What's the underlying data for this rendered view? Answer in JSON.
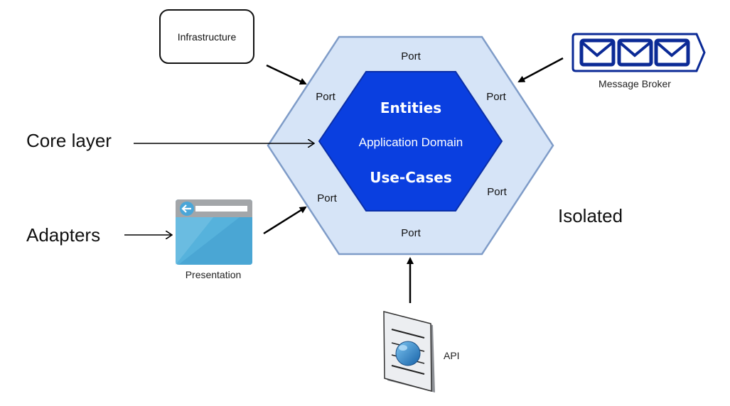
{
  "diagram": {
    "title": "Hexagonal Architecture",
    "colors": {
      "outer_hex_fill": "#d6e4f7",
      "outer_hex_stroke": "#7f9cc8",
      "inner_hex_fill": "#0a3fe0",
      "inner_hex_stroke": "#0b2fa8",
      "arrow": "#000000",
      "message_broker": "#0b2a96",
      "presentation": "#56b2dc",
      "api_globe": "#2a84cc"
    },
    "core": {
      "entities": "Entities",
      "domain": "Application Domain",
      "use_cases": "Use-Cases"
    },
    "ports": {
      "top": "Port",
      "upper_left": "Port",
      "upper_right": "Port",
      "lower_left": "Port",
      "lower_right": "Port",
      "bottom": "Port"
    },
    "nodes": {
      "infrastructure": {
        "label": "Infrastructure",
        "icon": "rounded-box"
      },
      "message_broker": {
        "label": "Message Broker",
        "icon": "envelope-queue-icon"
      },
      "presentation": {
        "label": "Presentation",
        "icon": "browser-window-icon"
      },
      "api": {
        "label": "API",
        "icon": "globe-panel-icon"
      }
    },
    "annotations": {
      "core_layer": "Core layer",
      "adapters": "Adapters",
      "isolated": "Isolated"
    }
  }
}
